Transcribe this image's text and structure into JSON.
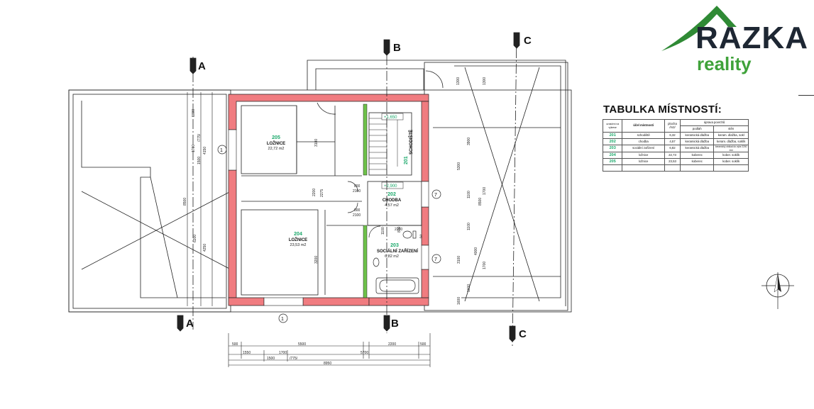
{
  "logo": {
    "name": "RAZKA",
    "sub": "reality",
    "roof_color": "#2f8a35",
    "text_color": "#1e2733",
    "sub_color": "#3fa23a"
  },
  "table": {
    "title": "TABULKA MÍSTNOSTÍ:",
    "headers": {
      "number": "označení na výkrese",
      "use": "účel místnosti",
      "area": "plocha /m2/",
      "finish": "úprava povrchů",
      "floor": "podlah",
      "walls": "stěn"
    },
    "rows": [
      {
        "number": "201",
        "use": "schodiště",
        "area": "6,32",
        "floor": "keramická dlažba",
        "walls": "keram. dlažba, sokl"
      },
      {
        "number": "202",
        "use": "chodba",
        "area": "4,57",
        "floor": "keramická dlažba",
        "walls": "keram. dlažba, soklík"
      },
      {
        "number": "203",
        "use": "sociální zařízení",
        "area": "6,82",
        "floor": "keramická dlažba",
        "walls": "keramický obklad do výše 2200 mm"
      },
      {
        "number": "204",
        "use": "ložnice",
        "area": "22,73",
        "floor": "koberec",
        "walls": "kober. soklík"
      },
      {
        "number": "205",
        "use": "ložnice",
        "area": "23,53",
        "floor": "koberec",
        "walls": "kober. soklík"
      }
    ]
  },
  "rooms": {
    "r205": {
      "number": "205",
      "name": "LOŽNICE",
      "area": "22,72 m2"
    },
    "r204": {
      "number": "204",
      "name": "LOŽNICE",
      "area": "23,53 m2"
    },
    "r202": {
      "number": "202",
      "name": "CHODBA",
      "area": "4,57 m2"
    },
    "r203": {
      "number": "203",
      "name": "SOCIÁLNÍ ZAŘÍZENÍ",
      "area": "6,82 m2"
    },
    "r201": {
      "number": "201",
      "name": "SCHODIŠTĚ"
    }
  },
  "levels": {
    "upper": "+1,650",
    "lower": "+2,900"
  },
  "sections": {
    "a_top": "A",
    "a_bottom": "A",
    "b_top": "B",
    "b_bottom": "B",
    "c_top": "C",
    "c_bottom": "C"
  },
  "circles": {
    "c1_left": "1",
    "c1_bottom": "1",
    "c7_a": "7",
    "c7_b": "7",
    "c3": "3"
  },
  "dims": {
    "bottom_top": [
      "500",
      "5500",
      "2200",
      "500"
    ],
    "bottom_mid": [
      "1550",
      "1700",
      "5700"
    ],
    "bottom_low": [
      "1500",
      "/775/"
    ],
    "bottom_total": "8950",
    "left": [
      "1600",
      "1700",
      "/775/",
      "1500",
      "4150",
      "6200",
      "8500",
      "4250"
    ],
    "middle": [
      "3100",
      "3200",
      "2200",
      "2275",
      "800",
      "2100",
      "800",
      "2100",
      "1100",
      "2200"
    ],
    "right": [
      "1300",
      "3900",
      "5300",
      "1100",
      "8500",
      "1100",
      "1600",
      "3100",
      "4000",
      "1600",
      "1700",
      "1300",
      "1700",
      "800"
    ]
  },
  "colors": {
    "wall_new": "#f07c80",
    "wall_green": "#6ec24a",
    "line": "#222222",
    "green_text": "#1aa86a"
  }
}
